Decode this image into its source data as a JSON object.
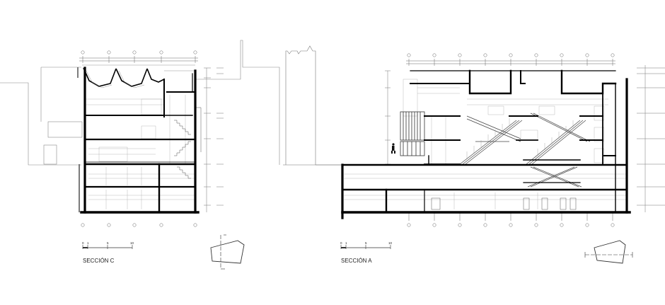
{
  "sections": [
    {
      "id": "c",
      "title": "SECCIÓN C",
      "scale_ticks": [
        "0",
        "1",
        "5",
        "10"
      ]
    },
    {
      "id": "a",
      "title": "SECCIÓN A",
      "scale_ticks": [
        "0",
        "1",
        "5",
        "10"
      ]
    }
  ],
  "colors": {
    "ink": "#000000",
    "line": "#555555",
    "faint": "#999999",
    "background": "#ffffff"
  }
}
